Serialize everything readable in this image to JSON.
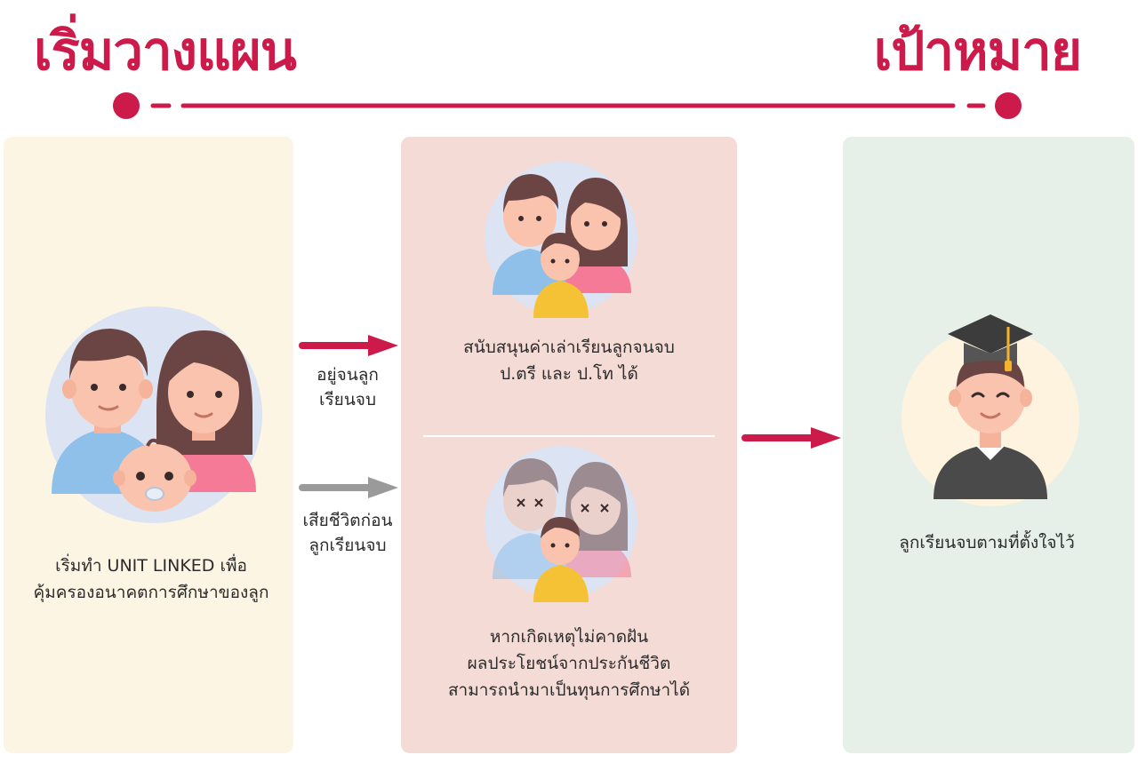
{
  "header": {
    "start_label": "เริ่มวางแผน",
    "goal_label": "เป้าหมาย"
  },
  "colors": {
    "accent": "#cc1a4a",
    "gray_arrow": "#9a9a9a",
    "panel_start": "#fdf5e4",
    "panel_mid": "#f4dbd6",
    "panel_goal": "#e6f0e9"
  },
  "start_panel": {
    "caption_line1": "เริ่มทำ UNIT LINKED เพื่อ",
    "caption_line2": "คุ้มครองอนาคตการศึกษาของลูก"
  },
  "branches": {
    "alive_line1": "อยู่จนลูก",
    "alive_line2": "เรียนจบ",
    "dead_line1": "เสียชีวิตก่อน",
    "dead_line2": "ลูกเรียนจบ"
  },
  "mid_panel": {
    "alive_line1": "สนับสนุนค่าเล่าเรียนลูกจนจบ",
    "alive_line2": "ป.ตรี และ ป.โท ได้",
    "dead_line1": "หากเกิดเหตุไม่คาดฝัน",
    "dead_line2": "ผลประโยชน์จากประกันชีวิต",
    "dead_line3": "สามารถนำมาเป็นทุนการศึกษาได้"
  },
  "goal_panel": {
    "caption": "ลูกเรียนจบตามที่ตั้งใจไว้"
  }
}
